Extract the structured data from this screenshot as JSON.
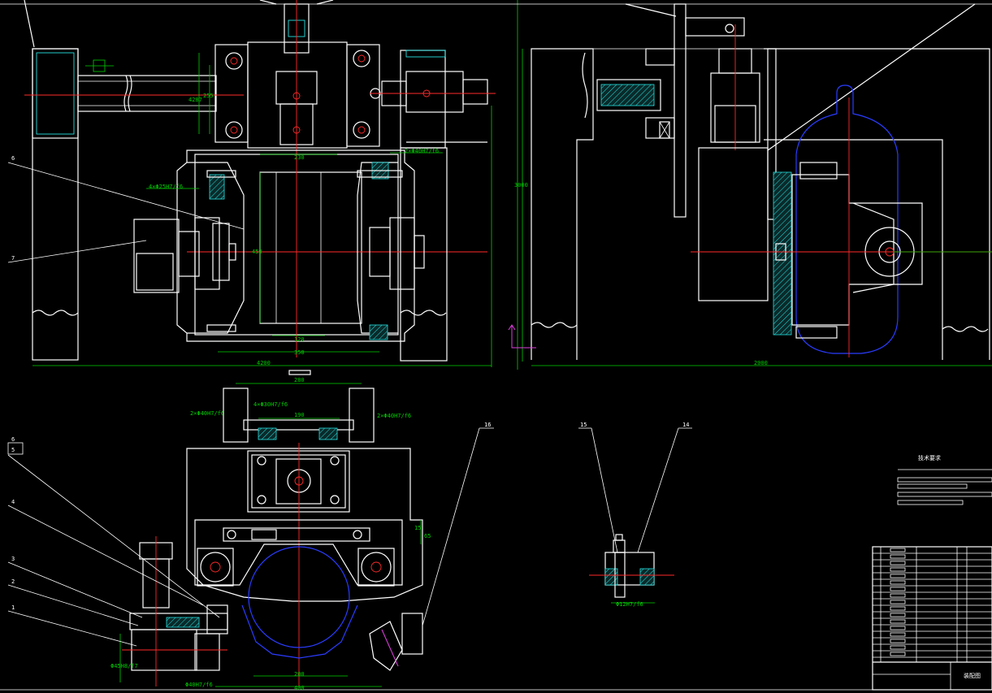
{
  "dimensions": {
    "v1_width": "4200",
    "v1_top": "230",
    "v1_height": "450",
    "v1_bot1": "120",
    "v1_bot2": "350",
    "v1_side1": "4287",
    "v1_side2": "255",
    "v1_fit_right": "2×Φ40H7/f6",
    "v1_fit_left": "4×Φ25H7/f6",
    "v2_width": "2000",
    "v2_height": "3000",
    "v3_top": "280",
    "v3_mid": "190",
    "v3_fit_left": "2×Φ40H7/f6",
    "v3_fit_center": "4×Φ30H7/f6",
    "v3_fit_right": "2×Φ40H7/f6",
    "v3_bot1": "200",
    "v3_bot2": "400",
    "v3_side1": "Φ45H8/f7",
    "v3_side2": "Φ40H7/f6",
    "v3_small1": "15",
    "v3_small2": "65",
    "v4_fit": "Φ12H7/f6"
  },
  "labels": {
    "p1": "1",
    "p2": "2",
    "p3": "3",
    "p4": "4",
    "p5": "5",
    "p6": "6",
    "p6b": "6",
    "p7": "7",
    "p14": "14",
    "p15": "15",
    "p16": "16"
  },
  "title_block": {
    "heading": "技术要求",
    "name": "装配图"
  },
  "colors": {
    "background": "#000000",
    "outline": "#ffffff",
    "center": "#ff2a2a",
    "dimension": "#00d000",
    "hatch": "#26e0e0",
    "body": "#2a3cff",
    "ucs": "#e040e0"
  }
}
